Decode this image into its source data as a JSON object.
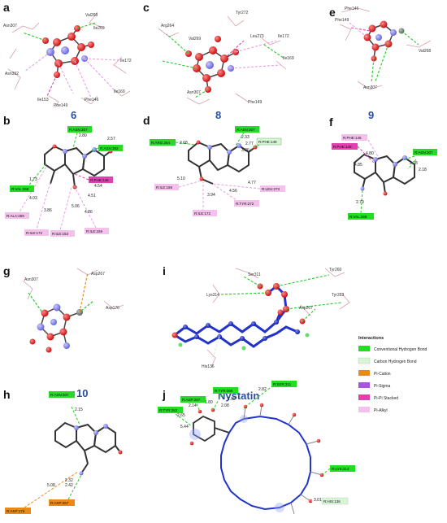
{
  "panels": {
    "a": {
      "letter": "a",
      "residues": [
        "Asn307",
        "Val268",
        "Ile269",
        "Ile172",
        "Asn392",
        "Ile153",
        "Phe149",
        "Phe146",
        "Ile169"
      ]
    },
    "b": {
      "letter": "b",
      "title": "6",
      "tags": [
        "R:ASN:307",
        "R:ASN:392",
        "R:VAL:268",
        "R:PHE:149",
        "R:ALA:269",
        "R:ILE:172",
        "R:ILE:153",
        "R:ILE:169"
      ],
      "distances": [
        "2.80",
        "2.57",
        "1.73",
        "4.03",
        "3.86",
        "5.06",
        "4.54",
        "4.51",
        "4.86"
      ]
    },
    "c": {
      "letter": "c",
      "residues": [
        "Tyr272",
        "Arg264",
        "Val269",
        "Leu273",
        "Ile172",
        "Ile169",
        "Asn307",
        "Phe149"
      ]
    },
    "d": {
      "letter": "d",
      "title": "8",
      "tags": [
        "R:ASN:307",
        "R:PHE:149",
        "R:ARG:264",
        "R:ILE:169",
        "R:LEU:273",
        "R:ILE:172",
        "R:TYR:272"
      ],
      "distances": [
        "2.33",
        "2.77",
        "3.26",
        "2.68",
        "5.10",
        "4.77",
        "4.56",
        "3.94"
      ]
    },
    "e": {
      "letter": "e",
      "residues": [
        "Phe146",
        "Phe149",
        "Val268",
        "Asn307"
      ]
    },
    "f": {
      "letter": "f",
      "title": "9",
      "tags": [
        "R:PHE:146",
        "R:ASN:307",
        "R:PHE:149",
        "R:VAL:268"
      ],
      "distances": [
        "4.80",
        "4.85",
        "2.28",
        "2.18",
        "2.79"
      ]
    },
    "g": {
      "letter": "g",
      "residues": [
        "Asn307",
        "Asp267",
        "Asp176"
      ]
    },
    "h": {
      "letter": "h",
      "title": "10",
      "tags": [
        "R:ASN:307",
        "R:ASP:176",
        "R:ASP:267"
      ],
      "distances": [
        "2.15",
        "5.08",
        "2.32",
        "2.42"
      ]
    },
    "i": {
      "letter": "i",
      "residues": [
        "Ser311",
        "Tyr260",
        "Lys314",
        "Tyr263",
        "Asp267",
        "His136"
      ]
    },
    "j": {
      "letter": "j",
      "title": "Nystatin",
      "tags": [
        "R:SER:311",
        "R:TYR:260",
        "R:ASP:267",
        "R:TYR:263",
        "R:LYS:314",
        "R:HIS:136"
      ],
      "distances": [
        "2.82",
        "1.92",
        "2.08",
        "2.14",
        "1.80",
        "2.65",
        "5.44",
        "3.01"
      ]
    }
  },
  "legend": {
    "title": "Interactions",
    "items": [
      {
        "label": "Conventional Hydrogen Bond",
        "color": "#22dd22"
      },
      {
        "label": "Carbon Hydrogen Bond",
        "color": "#d8f5d8"
      },
      {
        "label": "Pi-Cation",
        "color": "#e88a1a"
      },
      {
        "label": "Pi-Sigma",
        "color": "#a855e0"
      },
      {
        "label": "Pi-Pi Stacked",
        "color": "#e040b0"
      },
      {
        "label": "Pi-Alkyl",
        "color": "#f4c0ec"
      }
    ]
  },
  "colors": {
    "hbond": "#22cc22",
    "alkyl": "#e8a0e0",
    "pistack": "#e040b0",
    "cation": "#e88a1a",
    "carbon": "#7799cc",
    "oxygen": "#dd2222",
    "nitrogen": "#8888ee",
    "bond": "#333333",
    "nyst": "#2233cc"
  }
}
